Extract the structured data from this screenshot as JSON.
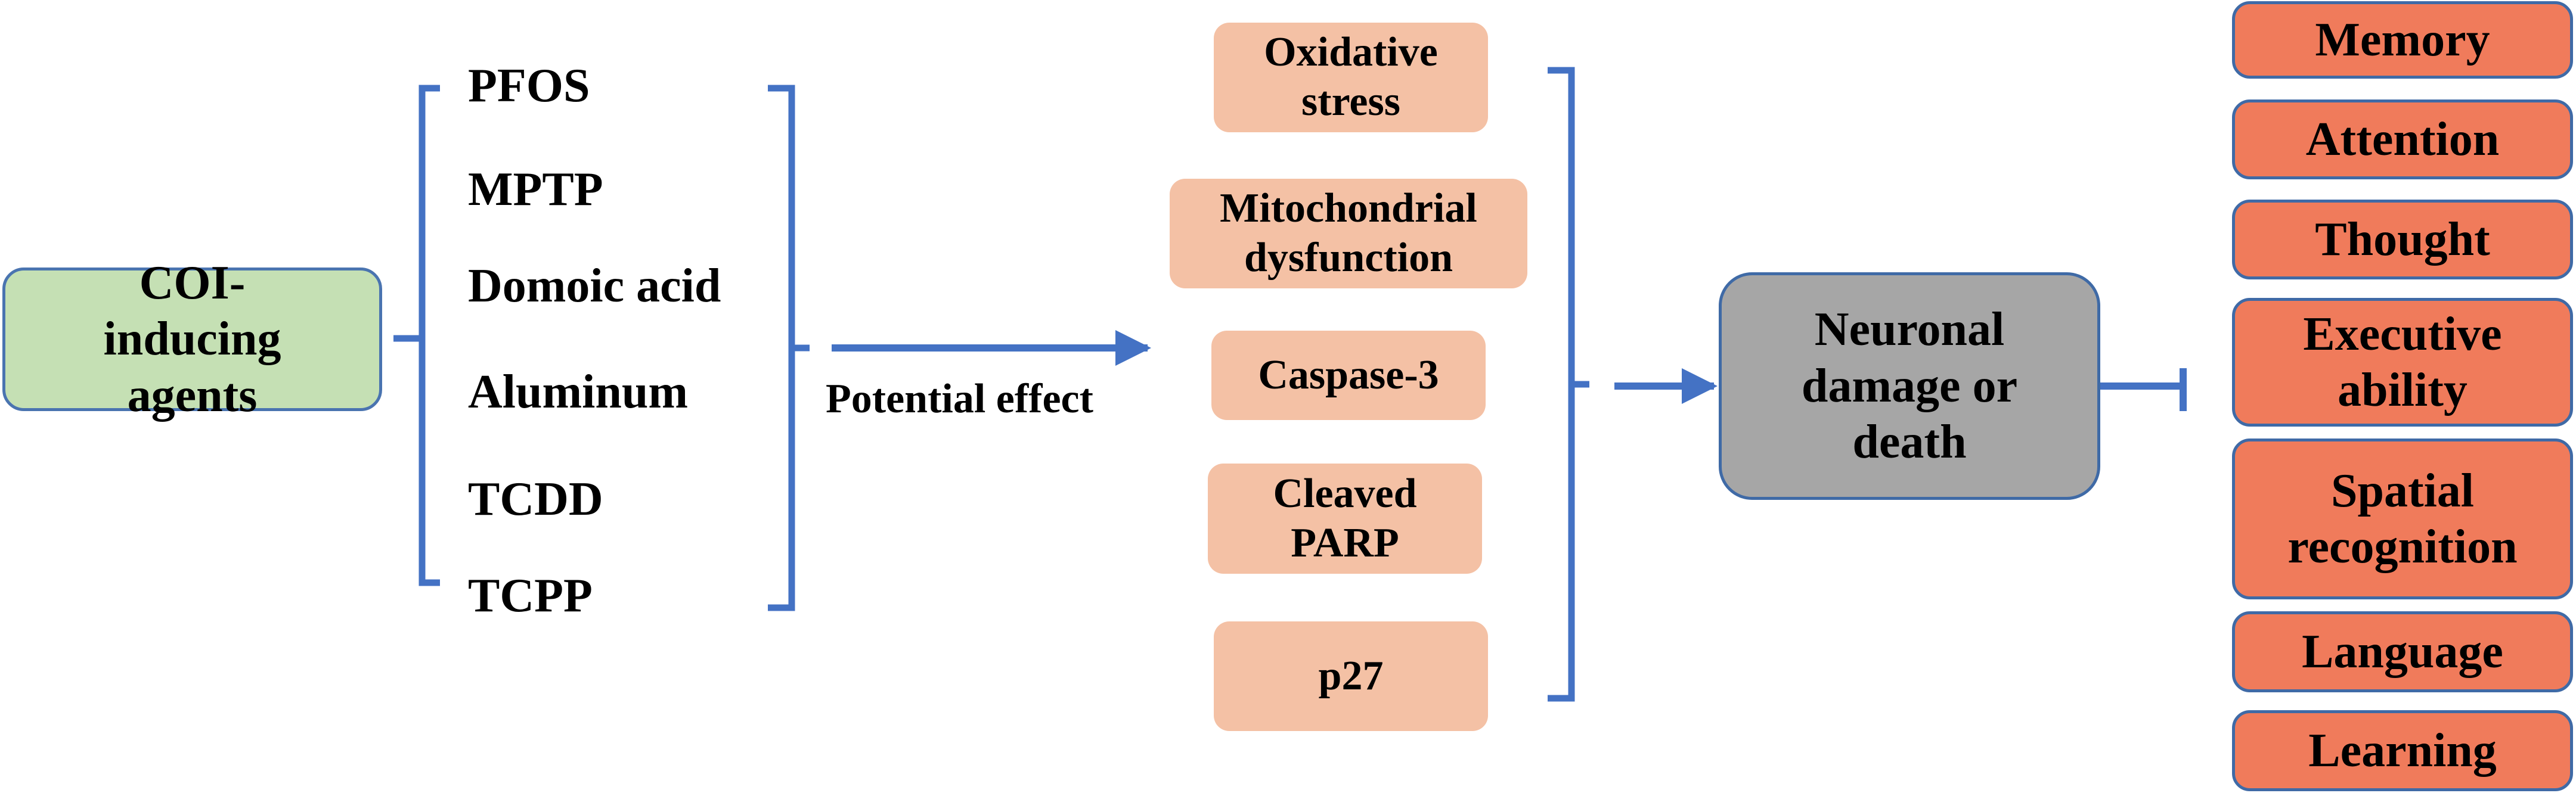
{
  "source": "COI-inducing agents",
  "agents": [
    "PFOS",
    "MPTP",
    "Domoic acid",
    "Aluminum",
    "TCDD",
    "TCPP"
  ],
  "edge_label": "Potential effect",
  "effects": [
    "Oxidative stress",
    "Mitochondrial dysfunction",
    "Caspase-3",
    "Cleaved PARP",
    "p27"
  ],
  "damage": "Neuronal damage or death",
  "outcomes": [
    "Memory",
    "Attention",
    "Thought",
    "Executive ability",
    "Spatial recognition",
    "Language",
    "Learning"
  ],
  "colors": {
    "line": "#4472c4",
    "source_fill": "#c5e0b4",
    "effect_fill": "#f4c1a5",
    "damage_fill": "#a6a6a6",
    "outcome_fill": "#f07b5b"
  }
}
